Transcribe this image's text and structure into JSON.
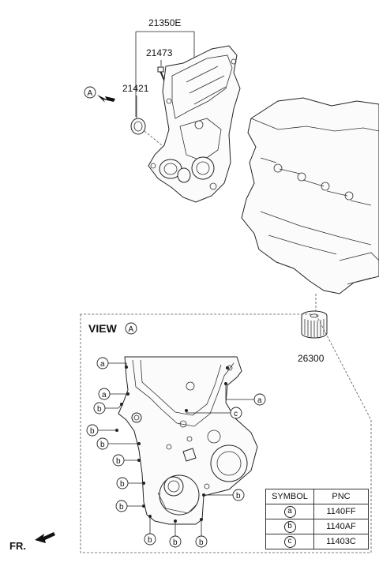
{
  "parts": {
    "assembly": "21350E",
    "bolt": "21473",
    "seal": "21421",
    "oil_filter": "26300"
  },
  "view_label": "VIEW",
  "view_ref": "A",
  "direction_ref": "A",
  "front_label": "FR.",
  "callouts": {
    "a": "a",
    "b": "b",
    "c": "c"
  },
  "legend": {
    "header_symbol": "SYMBOL",
    "header_pnc": "PNC",
    "rows": [
      {
        "symbol": "a",
        "pnc": "1140FF"
      },
      {
        "symbol": "b",
        "pnc": "1140AF"
      },
      {
        "symbol": "c",
        "pnc": "11403C"
      }
    ]
  }
}
